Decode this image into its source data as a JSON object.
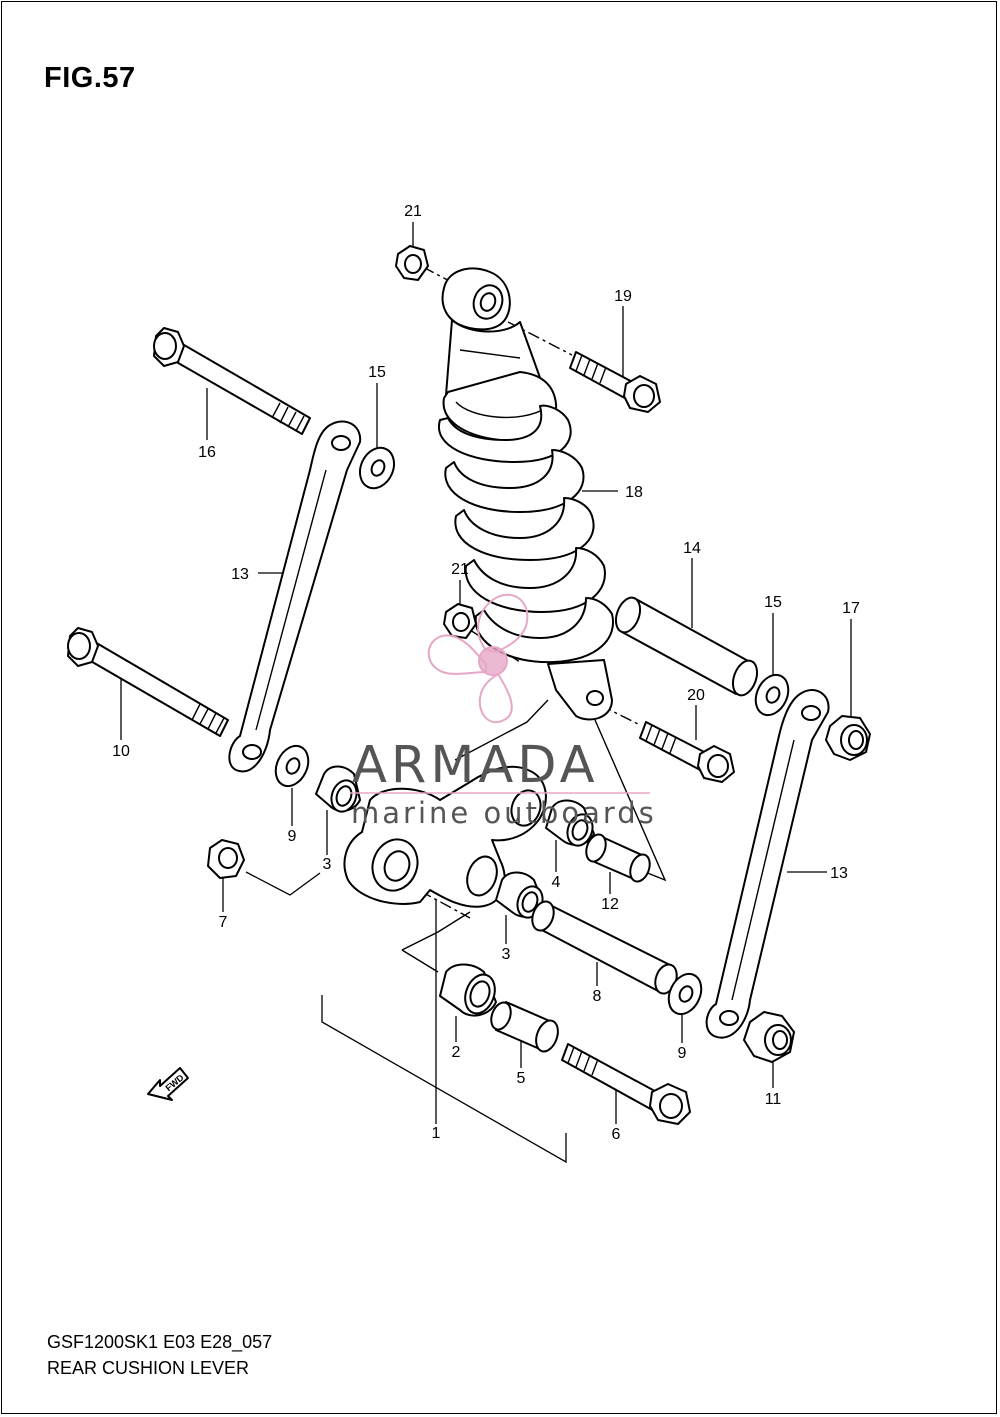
{
  "figure": {
    "title": "FIG.57",
    "code": "GSF1200SK1 E03 E28_057",
    "name": "REAR CUSHION LEVER"
  },
  "watermark": {
    "brand": "ARMADA",
    "tagline": "marine outboards",
    "logo_color": "#e6a7c6"
  },
  "fwd_label": "FWD",
  "callouts": {
    "c1": "1",
    "c2": "2",
    "c3a": "3",
    "c3b": "3",
    "c4": "4",
    "c5": "5",
    "c6": "6",
    "c7": "7",
    "c8": "8",
    "c9a": "9",
    "c9b": "9",
    "c10": "10",
    "c11": "11",
    "c12": "12",
    "c13a": "13",
    "c13b": "13",
    "c14": "14",
    "c15a": "15",
    "c15b": "15",
    "c16": "16",
    "c17": "17",
    "c18": "18",
    "c19": "19",
    "c20": "20",
    "c21a": "21",
    "c21b": "21"
  }
}
